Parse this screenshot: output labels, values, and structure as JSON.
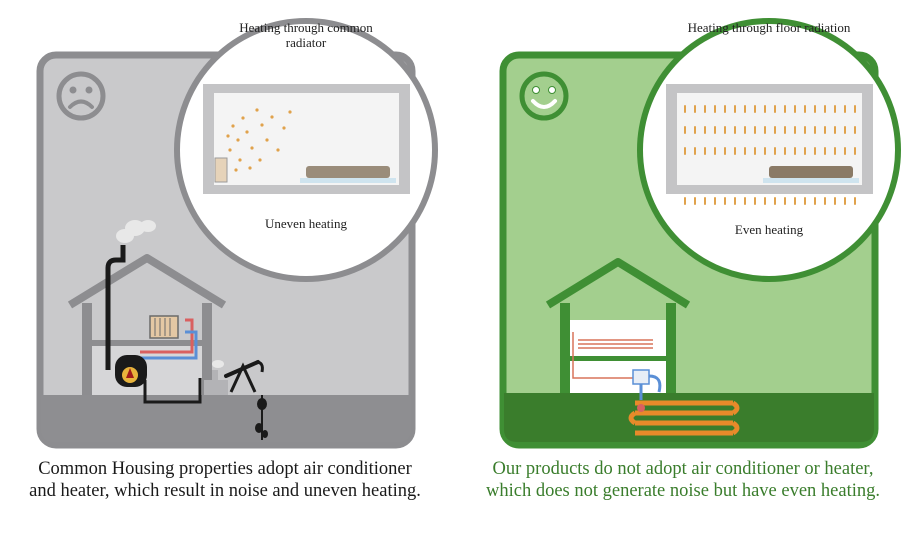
{
  "left_panel": {
    "mood": "sad-face-icon",
    "zoom_title": "Heating through common radiator",
    "zoom_caption": "Uneven heating",
    "caption": "Common Housing properties adopt air conditioner and heater, which result in noise and uneven heating.",
    "colors": {
      "background": "#c9c9cb",
      "frame": "#8d8d90",
      "ground": "#8e8e91",
      "caption": "#1a1a1a"
    }
  },
  "right_panel": {
    "mood": "happy-face-icon",
    "zoom_title": "Heating through floor radiation",
    "zoom_caption": "Even heating",
    "caption": "Our products do not adopt air conditioner or heater, which does not generate noise but have even heating.",
    "colors": {
      "background": "#a3cf8e",
      "frame": "#3f8f34",
      "ground": "#3a7d2c",
      "caption": "#3a7d2c"
    }
  }
}
